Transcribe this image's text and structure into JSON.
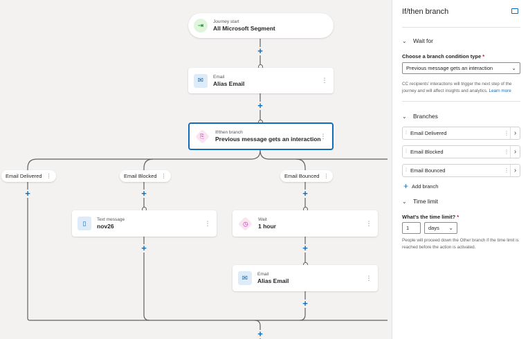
{
  "canvas": {
    "start": {
      "subtitle": "Journey start",
      "title": "All Microsoft Segment"
    },
    "email1": {
      "subtitle": "Email",
      "title": "Alias Email"
    },
    "ifthen": {
      "subtitle": "If/then branch",
      "title": "Previous message gets an interaction"
    },
    "branch_pills": [
      "Email Delivered",
      "Email Blocked",
      "Email Bounced"
    ],
    "text_message": {
      "subtitle": "Text message",
      "title": "nov26"
    },
    "wait": {
      "subtitle": "Wait",
      "title": "1 hour"
    },
    "email2": {
      "subtitle": "Email",
      "title": "Alias Email"
    },
    "more_glyph": "⋮",
    "plus_glyph": "+"
  },
  "panel": {
    "title": "If/then branch",
    "wait_for": {
      "heading": "Wait for",
      "condition_label": "Choose a branch condition type",
      "required_mark": "*",
      "condition_value": "Previous message gets an interaction",
      "help_text": "CC recipients' interactions will trigger the next step of the journey and will affect insights and analytics.",
      "learn_more": "Learn more"
    },
    "branches": {
      "heading": "Branches",
      "items": [
        {
          "label": "Email Delivered"
        },
        {
          "label": "Email Blocked"
        },
        {
          "label": "Email Bounced"
        }
      ],
      "add_label": "Add branch"
    },
    "time_limit": {
      "heading": "Time limit",
      "question": "What's the time limit?",
      "required_mark": "*",
      "value": "1",
      "unit": "days",
      "help_text": "People will proceed down the Other branch if the time limit is reached before the action is activated."
    }
  },
  "icons": {
    "chevron": "chevron-down-icon",
    "accent": "#0f6cbd"
  }
}
